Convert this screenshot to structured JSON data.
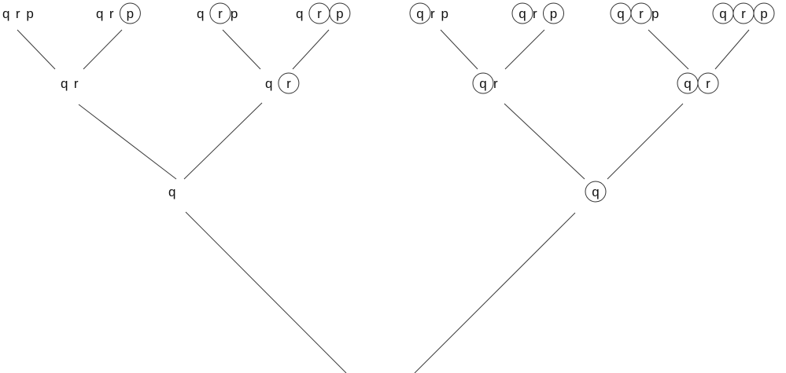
{
  "nodes": [
    {
      "id": "l1",
      "tokens": [
        {
          "text": "q",
          "circled": false
        },
        {
          "text": "r",
          "circled": false
        },
        {
          "text": "p",
          "circled": false
        }
      ]
    },
    {
      "id": "l2",
      "tokens": [
        {
          "text": "q",
          "circled": false
        },
        {
          "text": "r",
          "circled": false
        },
        {
          "text": "p",
          "circled": true
        }
      ]
    },
    {
      "id": "l3",
      "tokens": [
        {
          "text": "q",
          "circled": false
        },
        {
          "text": "r",
          "circled": true
        },
        {
          "text": "p",
          "circled": false
        }
      ]
    },
    {
      "id": "l4",
      "tokens": [
        {
          "text": "q",
          "circled": false
        },
        {
          "text": "r",
          "circled": true
        },
        {
          "text": "p",
          "circled": true
        }
      ]
    },
    {
      "id": "l5",
      "tokens": [
        {
          "text": "q",
          "circled": true
        },
        {
          "text": "r",
          "circled": false
        },
        {
          "text": "p",
          "circled": false
        }
      ]
    },
    {
      "id": "l6",
      "tokens": [
        {
          "text": "q",
          "circled": true
        },
        {
          "text": "r",
          "circled": false
        },
        {
          "text": "p",
          "circled": true
        }
      ]
    },
    {
      "id": "l7",
      "tokens": [
        {
          "text": "q",
          "circled": true
        },
        {
          "text": "r",
          "circled": true
        },
        {
          "text": "p",
          "circled": false
        }
      ]
    },
    {
      "id": "l8",
      "tokens": [
        {
          "text": "q",
          "circled": true
        },
        {
          "text": "r",
          "circled": true
        },
        {
          "text": "p",
          "circled": true
        }
      ]
    },
    {
      "id": "m1",
      "tokens": [
        {
          "text": "q",
          "circled": false
        },
        {
          "text": "r",
          "circled": false
        }
      ]
    },
    {
      "id": "m2",
      "tokens": [
        {
          "text": "q",
          "circled": false
        },
        {
          "text": "r",
          "circled": true
        }
      ]
    },
    {
      "id": "m3",
      "tokens": [
        {
          "text": "q",
          "circled": true
        },
        {
          "text": "r",
          "circled": false
        }
      ]
    },
    {
      "id": "m4",
      "tokens": [
        {
          "text": "q",
          "circled": true
        },
        {
          "text": "r",
          "circled": true
        }
      ]
    },
    {
      "id": "t1",
      "tokens": [
        {
          "text": "q",
          "circled": false
        }
      ]
    },
    {
      "id": "t2",
      "tokens": [
        {
          "text": "q",
          "circled": true
        }
      ]
    }
  ],
  "edges": [
    [
      "l1",
      "m1"
    ],
    [
      "l2",
      "m1"
    ],
    [
      "l3",
      "m2"
    ],
    [
      "l4",
      "m2"
    ],
    [
      "l5",
      "m3"
    ],
    [
      "l6",
      "m3"
    ],
    [
      "l7",
      "m4"
    ],
    [
      "l8",
      "m4"
    ],
    [
      "m1",
      "t1"
    ],
    [
      "m2",
      "t1"
    ],
    [
      "m3",
      "t2"
    ],
    [
      "m4",
      "t2"
    ],
    [
      "t1",
      "root"
    ],
    [
      "t2",
      "root"
    ]
  ]
}
